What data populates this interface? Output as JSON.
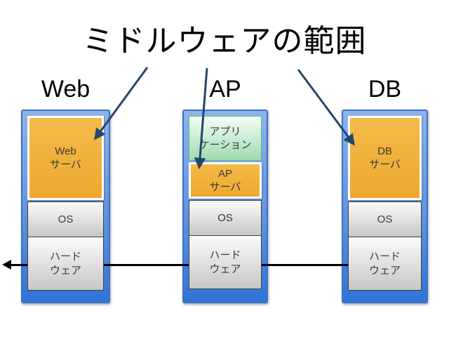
{
  "slide": {
    "title": "ミドルウェアの範囲"
  },
  "columns": {
    "web": {
      "header": "Web",
      "server": {
        "line1": "Web",
        "line2": "サーバ"
      },
      "os": "OS",
      "hardware": {
        "line1": "ハード",
        "line2": "ウェア"
      }
    },
    "ap": {
      "header": "AP",
      "application": {
        "line1": "アプリ",
        "line2": "ケーション"
      },
      "server": {
        "line1": "AP",
        "line2": "サーバ"
      },
      "os": "OS",
      "hardware": {
        "line1": "ハード",
        "line2": "ウェア"
      }
    },
    "db": {
      "header": "DB",
      "server": {
        "line1": "DB",
        "line2": "サーバ"
      },
      "os": "OS",
      "hardware": {
        "line1": "ハード",
        "line2": "ウェア"
      }
    }
  },
  "colors": {
    "middleware_orange": "#F0AF3C",
    "application_green": "#B9E8C8",
    "container_blue_top": "#8FB4EA",
    "container_blue_bottom": "#2E74D6",
    "os_hardware_gray": "#D9D9D9",
    "annotation_arrow_navy": "#24466E",
    "hardware_bus_black": "#000000"
  }
}
